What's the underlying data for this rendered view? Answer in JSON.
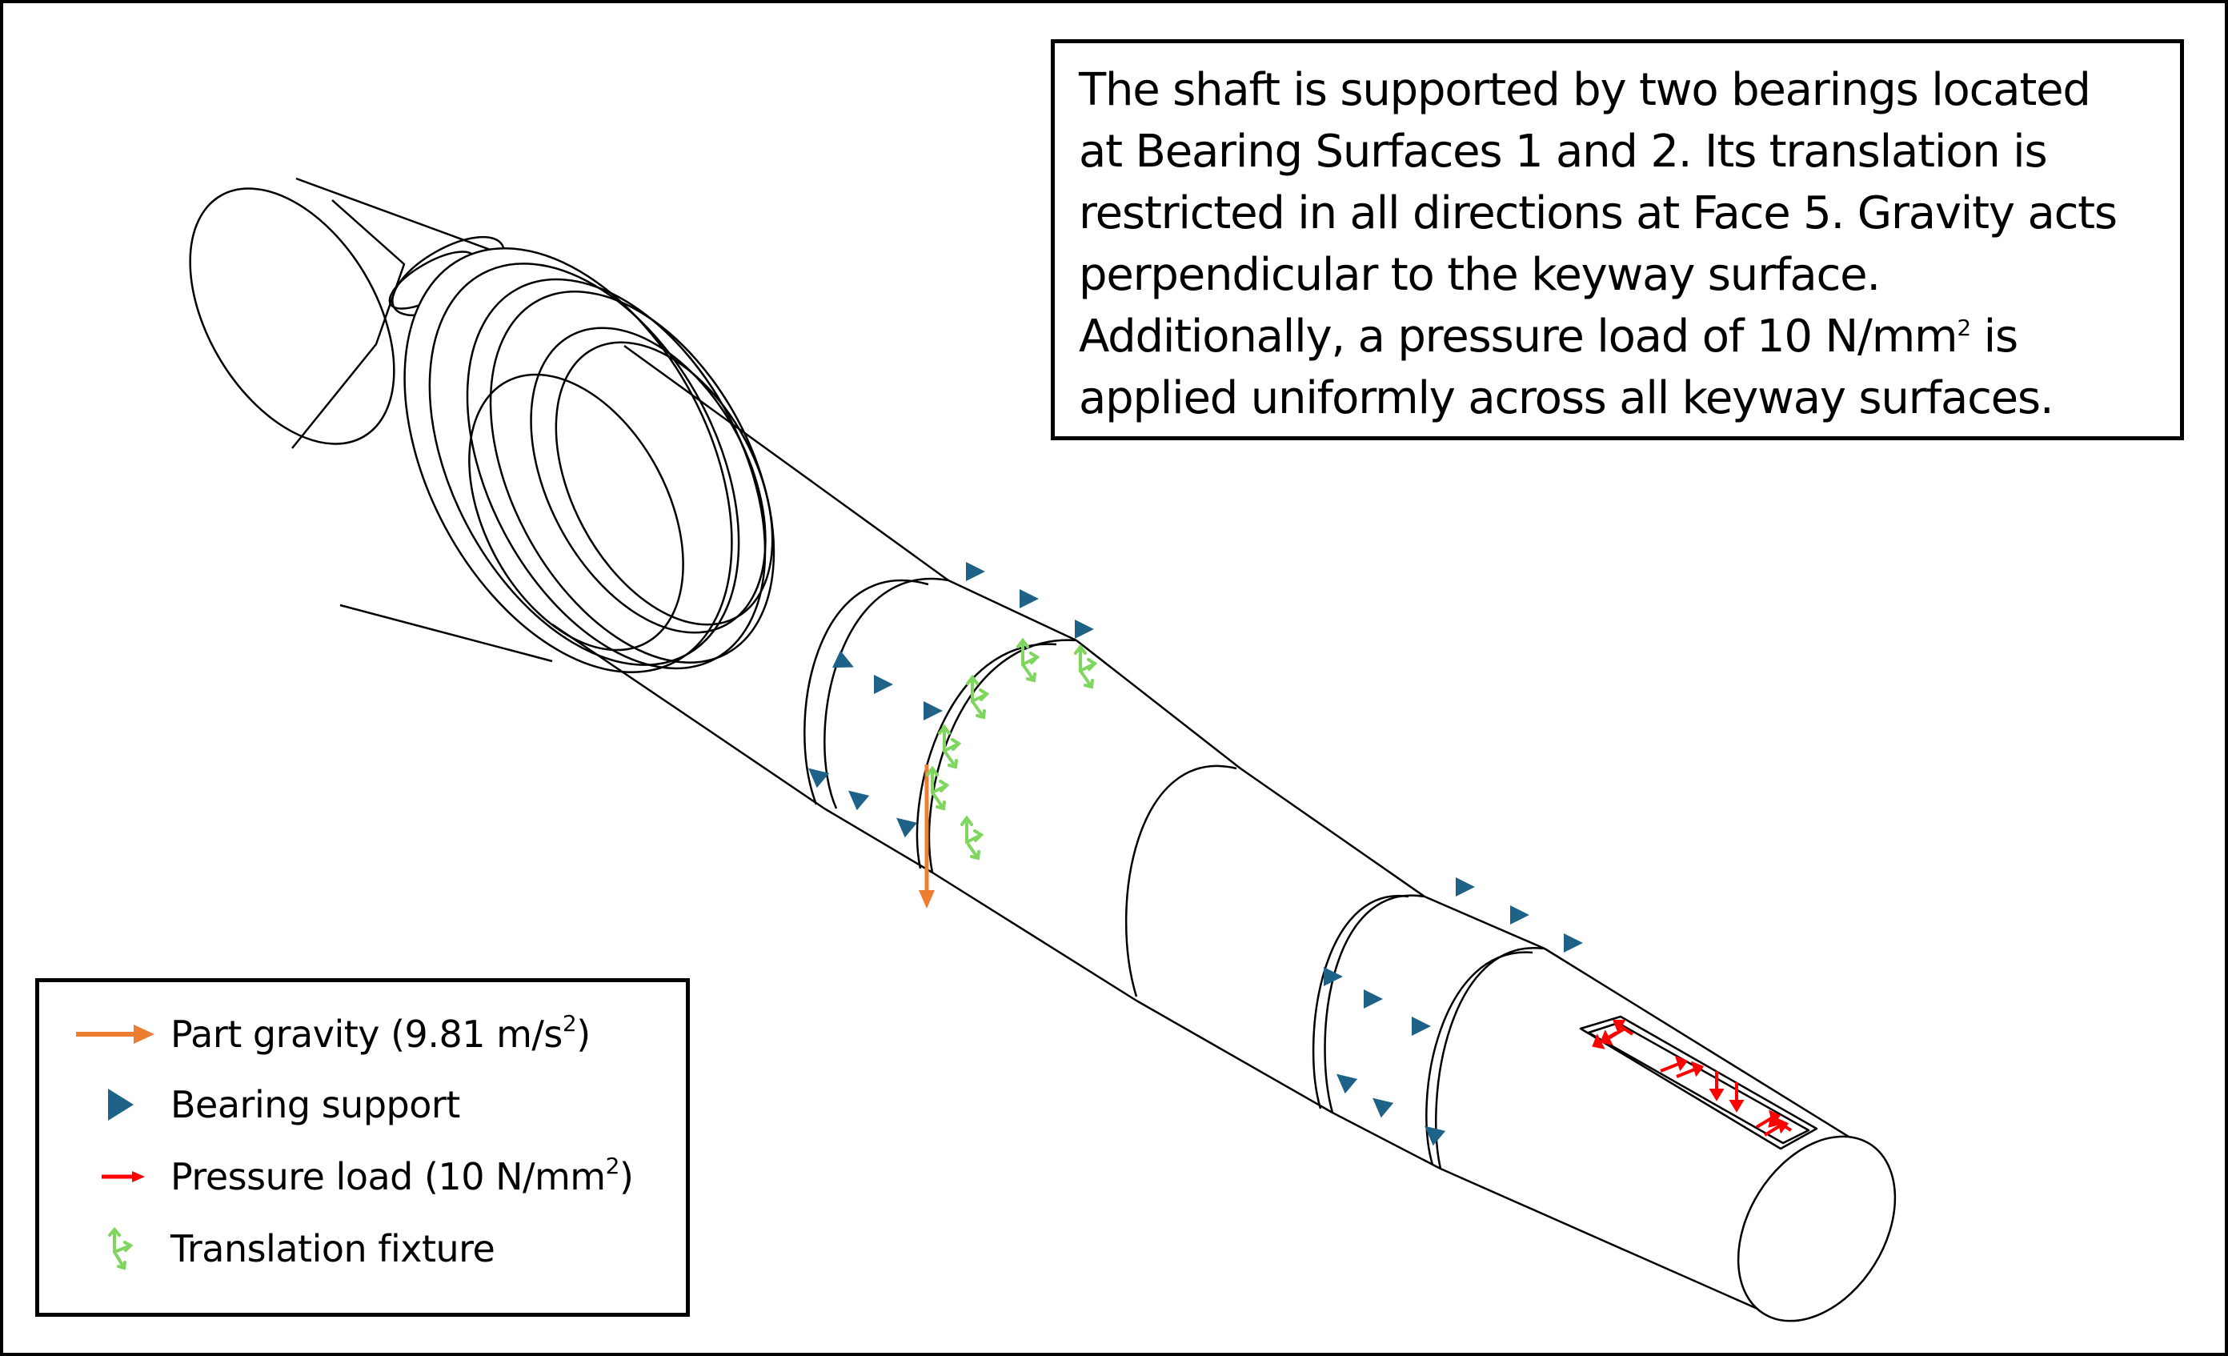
{
  "description": {
    "lines": [
      "The shaft is supported by two bearings located",
      "at Bearing Surfaces 1 and 2. Its translation is",
      "restricted in all directions at Face 5. Gravity acts",
      "perpendicular to the keyway surface."
    ],
    "line5_before_sup": "Additionally, a pressure load of 10 N/mm",
    "line5_sup": "2",
    "line5_after_sup": " is",
    "line6": "applied uniformly across all keyway surfaces."
  },
  "legend": {
    "gravity": {
      "label_before": "Part gravity (9.81 m/s",
      "label_sup": "2",
      "label_after": ")",
      "color": "#ED7D31",
      "icon": "orange-arrow-icon"
    },
    "bearing": {
      "label": "Bearing support",
      "color": "#1F6287",
      "icon": "blue-triangle-icon"
    },
    "pressure": {
      "label_before": "Pressure load (10 N/mm",
      "label_sup": "2",
      "label_after": ")",
      "color": "#FF0000",
      "icon": "red-arrow-icon"
    },
    "fixture": {
      "label": "Translation fixture",
      "color": "#7FD65E",
      "icon": "green-fixture-icon"
    }
  }
}
